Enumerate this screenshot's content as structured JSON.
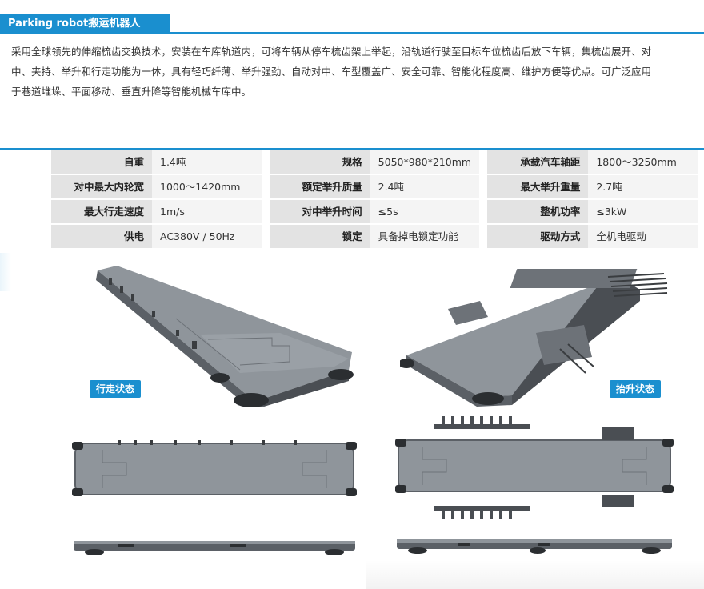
{
  "header": {
    "title": "Parking robot搬运机器人",
    "intro": "采用全球领先的伸缩梳齿交换技术，安装在车库轨道内，可将车辆从停车梳齿架上举起，沿轨道行驶至目标车位梳齿后放下车辆，集梳齿展开、对中、夹持、举升和行走功能为一体，具有轻巧纤薄、举升强劲、自动对中、车型覆盖广、安全可靠、智能化程度高、维护方便等优点。可广泛应用于巷道堆垛、平面移动、垂直升降等智能机械车库中。"
  },
  "specs": [
    [
      {
        "label": "自重",
        "value": "1.4吨"
      },
      {
        "label": "规格",
        "value": "5050*980*210mm"
      },
      {
        "label": "承载汽车轴距",
        "value": "1800～3250mm"
      }
    ],
    [
      {
        "label": "对中最大内轮宽",
        "value": "1000～1420mm"
      },
      {
        "label": "额定举升质量",
        "value": "2.4吨"
      },
      {
        "label": "最大举升重量",
        "value": "2.7吨"
      }
    ],
    [
      {
        "label": "最大行走速度",
        "value": "1m/s"
      },
      {
        "label": "对中举升时间",
        "value": "≤5s"
      },
      {
        "label": "整机功率",
        "value": "≤3kW"
      }
    ],
    [
      {
        "label": "供电",
        "value": "AC380V / 50Hz"
      },
      {
        "label": "锁定",
        "value": "具备掉电锁定功能"
      },
      {
        "label": "驱动方式",
        "value": "全机电驱动"
      }
    ]
  ],
  "badges": {
    "travel_state": "行走状态",
    "lift_state": "抬升状态"
  },
  "colors": {
    "accent": "#1a8fcf",
    "robot_top": "#8f959b",
    "robot_side": "#5b6066",
    "robot_dark": "#2b2e31"
  }
}
